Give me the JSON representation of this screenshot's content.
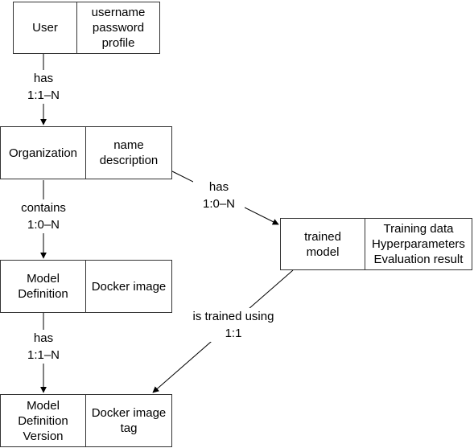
{
  "entities": [
    {
      "id": "user",
      "name_lines": [
        "User"
      ],
      "attr_lines": [
        "username",
        "password",
        "profile"
      ]
    },
    {
      "id": "organization",
      "name_lines": [
        "Organization"
      ],
      "attr_lines": [
        "name",
        "description"
      ]
    },
    {
      "id": "model-definition",
      "name_lines": [
        "Model",
        "Definition"
      ],
      "attr_lines": [
        "Docker image"
      ]
    },
    {
      "id": "model-definition-version",
      "name_lines": [
        "Model",
        "Definition",
        "Version"
      ],
      "attr_lines": [
        "Docker image",
        "tag"
      ]
    },
    {
      "id": "trained-model",
      "name_lines": [
        "trained",
        "model"
      ],
      "attr_lines": [
        "Training data",
        "Hyperparameters",
        "Evaluation result"
      ]
    }
  ],
  "relations": [
    {
      "id": "user-org",
      "verb": "has",
      "cardinality": "1:1–N"
    },
    {
      "id": "org-modeldef",
      "verb": "contains",
      "cardinality": "1:0–N"
    },
    {
      "id": "modeldef-version",
      "verb": "has",
      "cardinality": "1:1–N"
    },
    {
      "id": "org-trained",
      "verb": "has",
      "cardinality": "1:0–N"
    },
    {
      "id": "trained-version",
      "verb": "is trained using",
      "cardinality": "1:1"
    }
  ],
  "colors": {
    "stroke": "#333333",
    "text": "#000000",
    "background": "#ffffff"
  }
}
